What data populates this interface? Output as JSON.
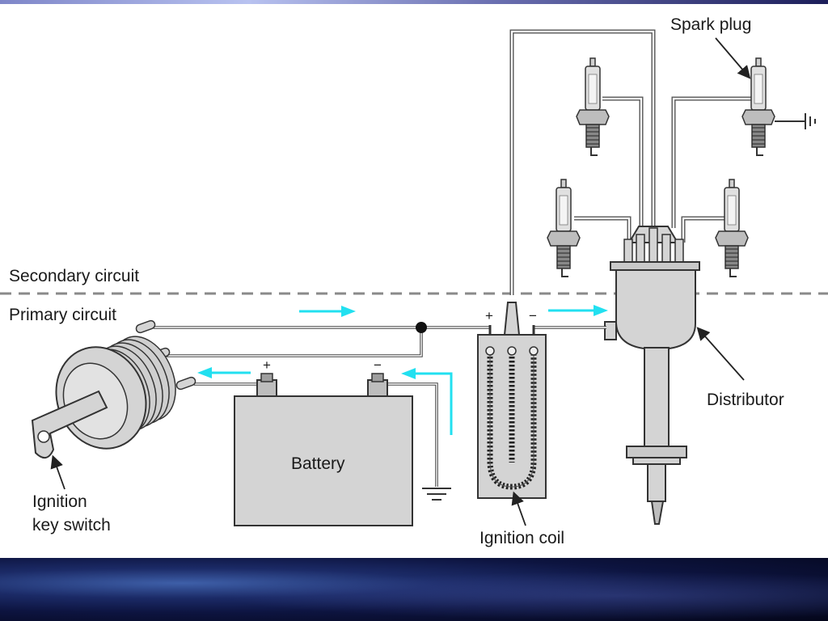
{
  "labels": {
    "spark_plug": "Spark plug",
    "secondary_circuit": "Secondary circuit",
    "primary_circuit": "Primary circuit",
    "distributor": "Distributor",
    "battery": "Battery",
    "ignition_key_switch_line1": "Ignition",
    "ignition_key_switch_line2": "key switch",
    "ignition_coil": "Ignition coil",
    "battery_plus": "+",
    "battery_minus": "−",
    "coil_plus": "+",
    "coil_minus": "−"
  },
  "colors": {
    "flow_arrow": "#22e0f0",
    "component_fill": "#d4d4d4",
    "outline": "#333333",
    "circuit_divider": "#8a8a8a"
  }
}
